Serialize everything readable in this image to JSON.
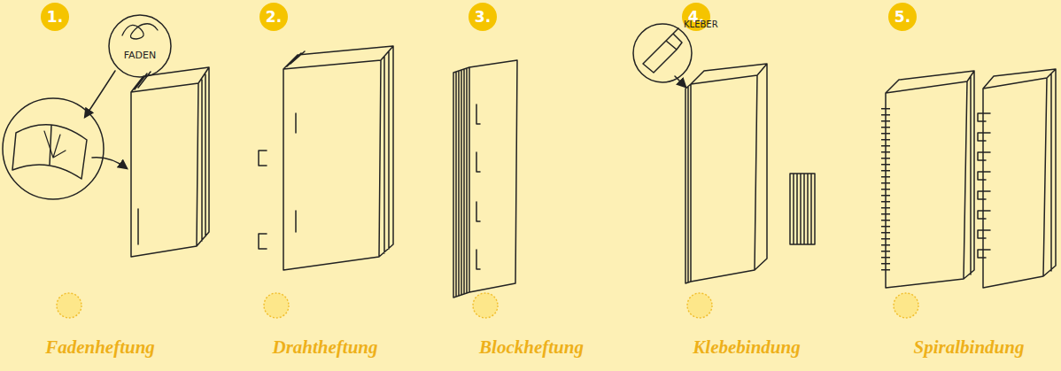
{
  "diagram": {
    "nodes": [
      {
        "text": [
          "1."
        ]
      },
      {
        "text": [
          "FADEN"
        ]
      },
      {
        "text": [
          "2."
        ]
      },
      {
        "text": [
          "3."
        ]
      },
      {
        "text": [
          "4."
        ]
      },
      {
        "text": [
          "5."
        ]
      }
    ],
    "labels": [
      "KLEBER",
      "Fadenheftung",
      "Drahtheftung",
      "Blockheftung",
      "Klebebindung",
      "Spiralbindung"
    ]
  }
}
